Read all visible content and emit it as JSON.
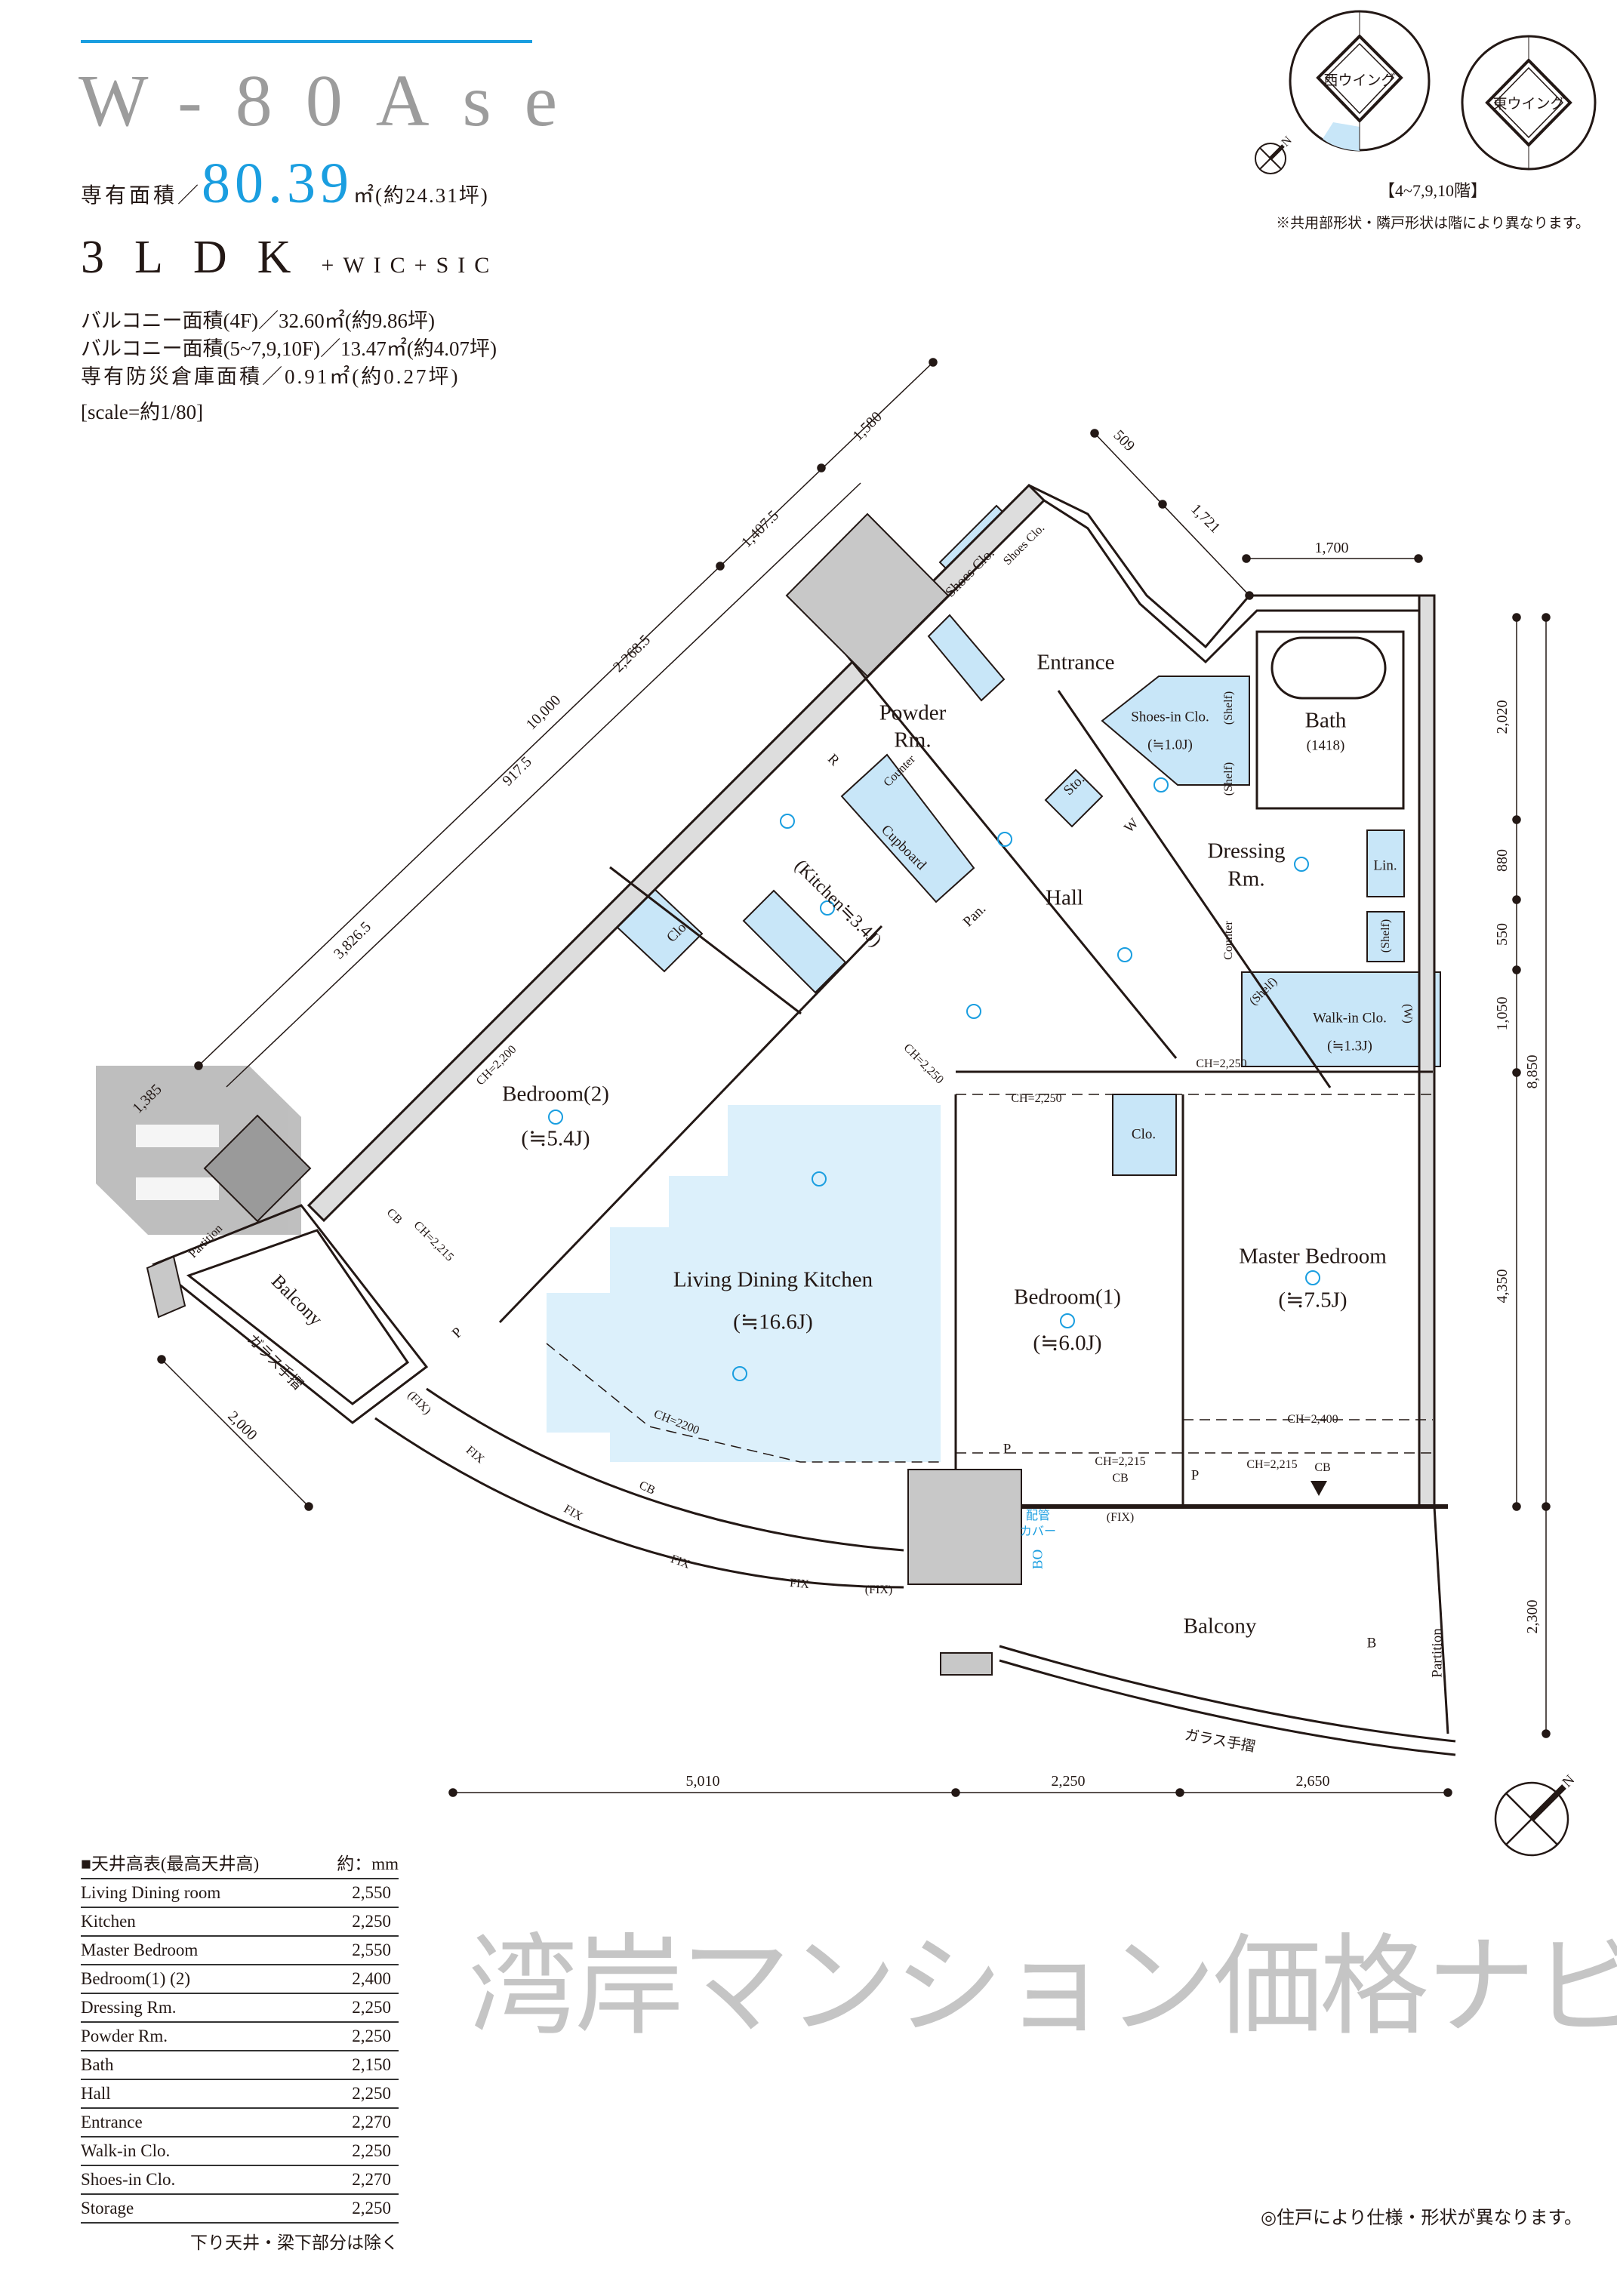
{
  "colors": {
    "accent": "#1a9ee0",
    "fill_blue": "#c8e6f8",
    "ldk_blue": "#dcf0fb",
    "column_gray": "#c8c8c8",
    "title_gray": "#9c9c9c"
  },
  "header": {
    "plan_name": "W-80Ase",
    "area_label": "専有面積／",
    "area_value": "80.39",
    "area_unit": "㎡(約24.31坪)",
    "layout_type": "3LDK",
    "layout_extra": "+WIC+SIC",
    "balcony_4f": "バルコニー面積(4F)／32.60㎡(約9.86坪)",
    "balcony_other": "バルコニー面積(5~7,9,10F)／13.47㎡(約4.07坪)",
    "storage": "専有防災倉庫面積／0.91㎡(約0.27坪)",
    "scale": "[scale=約1/80]"
  },
  "key_plan": {
    "west": "西ウイング",
    "east": "東ウイング",
    "floors": "【4~7,9,10階】",
    "note": "※共用部形状・隣戸形状は階により異なります。",
    "compass_n": "N"
  },
  "rooms": {
    "entrance": "Entrance",
    "powder_1": "Powder",
    "powder_2": "Rm.",
    "shoes_clo": "Shoes Clo.",
    "shoes_clo_2": "Shoes Clo.",
    "shoes_in_clo": "Shoes-in Clo.",
    "shoes_in_size": "(≒1.0J)",
    "bath": "Bath",
    "bath_size": "(1418)",
    "dressing_1": "Dressing",
    "dressing_2": "Rm.",
    "lin": "Lin.",
    "hall": "Hall",
    "sto": "Sto.",
    "w": "W",
    "pan": "Pan.",
    "cupboard": "Cupboard",
    "counter": "Counter",
    "r": "R",
    "kitchen": "(Kitchen≒3.4J)",
    "shelf": "(Shelf)",
    "walkin": "Walk-in Clo.",
    "walkin_size": "(≒1.3J)",
    "walkin_w": "(W)",
    "clo": "Clo.",
    "bedroom2": "Bedroom(2)",
    "bedroom2_size": "(≒5.4J)",
    "ldk": "Living Dining Kitchen",
    "ldk_size": "(≒16.6J)",
    "bedroom1": "Bedroom(1)",
    "bedroom1_size": "(≒6.0J)",
    "master": "Master Bedroom",
    "master_size": "(≒7.5J)",
    "balcony": "Balcony",
    "partition": "Partition",
    "glass_rail": "ガラス手摺",
    "p": "P",
    "b": "B",
    "pipe_cover_1": "配管",
    "pipe_cover_2": "カバー",
    "bo": "BO"
  },
  "annotations": {
    "ch_2250": "CH=2,250",
    "ch_2400": "CH=2,400",
    "ch_2215": "CH=2,215",
    "ch_2200": "CH=2,200",
    "ch_2200b": "CH=2200",
    "cb": "CB",
    "fix": "FIX",
    "fix_paren": "(FIX)"
  },
  "dimensions": {
    "d1580": "1,580",
    "d1407": "1,407.5",
    "d2268": "2,268.5",
    "d10000": "10,000",
    "d917": "917.5",
    "d3826": "3,826.5",
    "d1385": "1,385",
    "d2000": "2,000",
    "d509": "509",
    "d1721": "1,721",
    "d1700": "1,700",
    "d2020": "2,020",
    "d880": "880",
    "d550": "550",
    "d1050": "1,050",
    "d8850": "8,850",
    "d4350": "4,350",
    "d2300": "2,300",
    "d5010": "5,010",
    "d2250": "2,250",
    "d2650": "2,650"
  },
  "ceiling_table": {
    "title": "■天井高表(最高天井高)",
    "unit": "約：mm",
    "rows": [
      {
        "room": "Living Dining room",
        "value": "2,550"
      },
      {
        "room": "Kitchen",
        "value": "2,250"
      },
      {
        "room": "Master Bedroom",
        "value": "2,550"
      },
      {
        "room": "Bedroom(1) (2)",
        "value": "2,400"
      },
      {
        "room": "Dressing Rm.",
        "value": "2,250"
      },
      {
        "room": "Powder Rm.",
        "value": "2,250"
      },
      {
        "room": "Bath",
        "value": "2,150"
      },
      {
        "room": "Hall",
        "value": "2,250"
      },
      {
        "room": "Entrance",
        "value": "2,270"
      },
      {
        "room": "Walk-in Clo.",
        "value": "2,250"
      },
      {
        "room": "Shoes-in Clo.",
        "value": "2,270"
      },
      {
        "room": "Storage",
        "value": "2,250"
      }
    ],
    "footnote": "下り天井・梁下部分は除く"
  },
  "footer_note": "◎住戸により仕様・形状が異なります。",
  "watermark": "湾岸マンション価格ナビ"
}
